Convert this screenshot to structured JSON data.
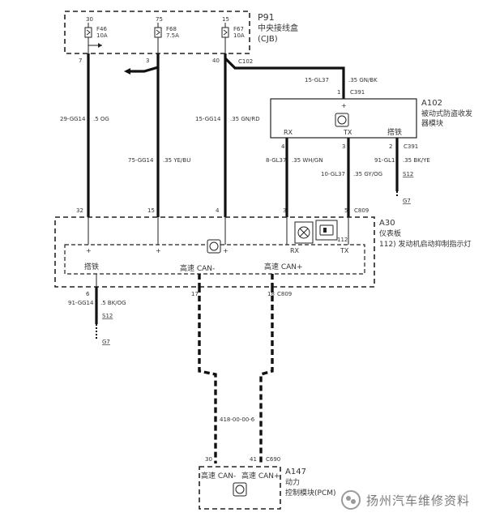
{
  "modules": {
    "p91": {
      "id": "P91",
      "name": "中央接线盒",
      "sub": "(CJB)"
    },
    "a102": {
      "id": "A102",
      "name_line1": "被动式防盗收发",
      "name_line2": "器模块",
      "pin_plus": "+",
      "pin_rx": "RX",
      "pin_tx": "TX",
      "pin_gnd": "搭铁"
    },
    "a30": {
      "id": "A30",
      "name": "仪表板",
      "lamp_label": "112)  发动机启动抑制指示灯",
      "pin_gnd": "搭铁",
      "pin_can_lo": "高速 CAN-",
      "pin_can_hi": "高速 CAN+",
      "pin_rx": "RX",
      "pin_tx": "TX",
      "lamp_num": "112",
      "plus": "+"
    },
    "a147": {
      "id": "A147",
      "name_line1": "动力",
      "name_line2": "控制模块(PCM)",
      "pin_can_lo": "高速 CAN-",
      "pin_can_hi": "高速 CAN+"
    }
  },
  "fuses": [
    {
      "pin": "30",
      "name": "F46",
      "rating": "10A"
    },
    {
      "pin": "75",
      "name": "F68",
      "rating": "7.5A"
    },
    {
      "pin": "15",
      "name": "F67",
      "rating": "10A"
    }
  ],
  "pins": {
    "p91_7": "7",
    "p91_3": "3",
    "p91_40": "40",
    "p91_conn": "C102",
    "a102_1": "1",
    "a102_conn": "C391",
    "a102_4": "4",
    "a102_3": "3",
    "a102_2": "2",
    "a102_conn2": "C391",
    "a30_32": "32",
    "a30_15": "15",
    "a30_4": "4",
    "a30_3": "3",
    "a30_5": "5",
    "a30_conn": "C809",
    "a30_6": "6",
    "a30_17": "17",
    "a30_18": "18",
    "a30_conn2": "C809",
    "a147_30": "30",
    "a147_41": "41",
    "a147_conn": "C690"
  },
  "wires": {
    "w1_circuit": "29-GG14",
    "w1_color": ".5 OG",
    "w2_circuit": "75-GG14",
    "w2_color": ".35 YE/BU",
    "w3_circuit": "15-GG14",
    "w3_color": ".35 GN/RD",
    "w4_circuit": "15-GL37",
    "w4_color": ".35 GN/BK",
    "w5_circuit": "8-GL37",
    "w5_color": ".35 WH/GN",
    "w6_circuit": "10-GL37",
    "w6_color": ".35 GY/OG",
    "w7_circuit": "91-GL1",
    "w7_color": ".35 BK/YE",
    "w8_circuit": "91-GG14",
    "w8_color": ".5 BK/OG",
    "can_ref": "418-00-00-6"
  },
  "grounds": {
    "s12_a": "S12",
    "g7_a": "G7",
    "s12_b": "S12",
    "g7_b": "G7"
  },
  "watermark": "扬州汽车维修资料"
}
